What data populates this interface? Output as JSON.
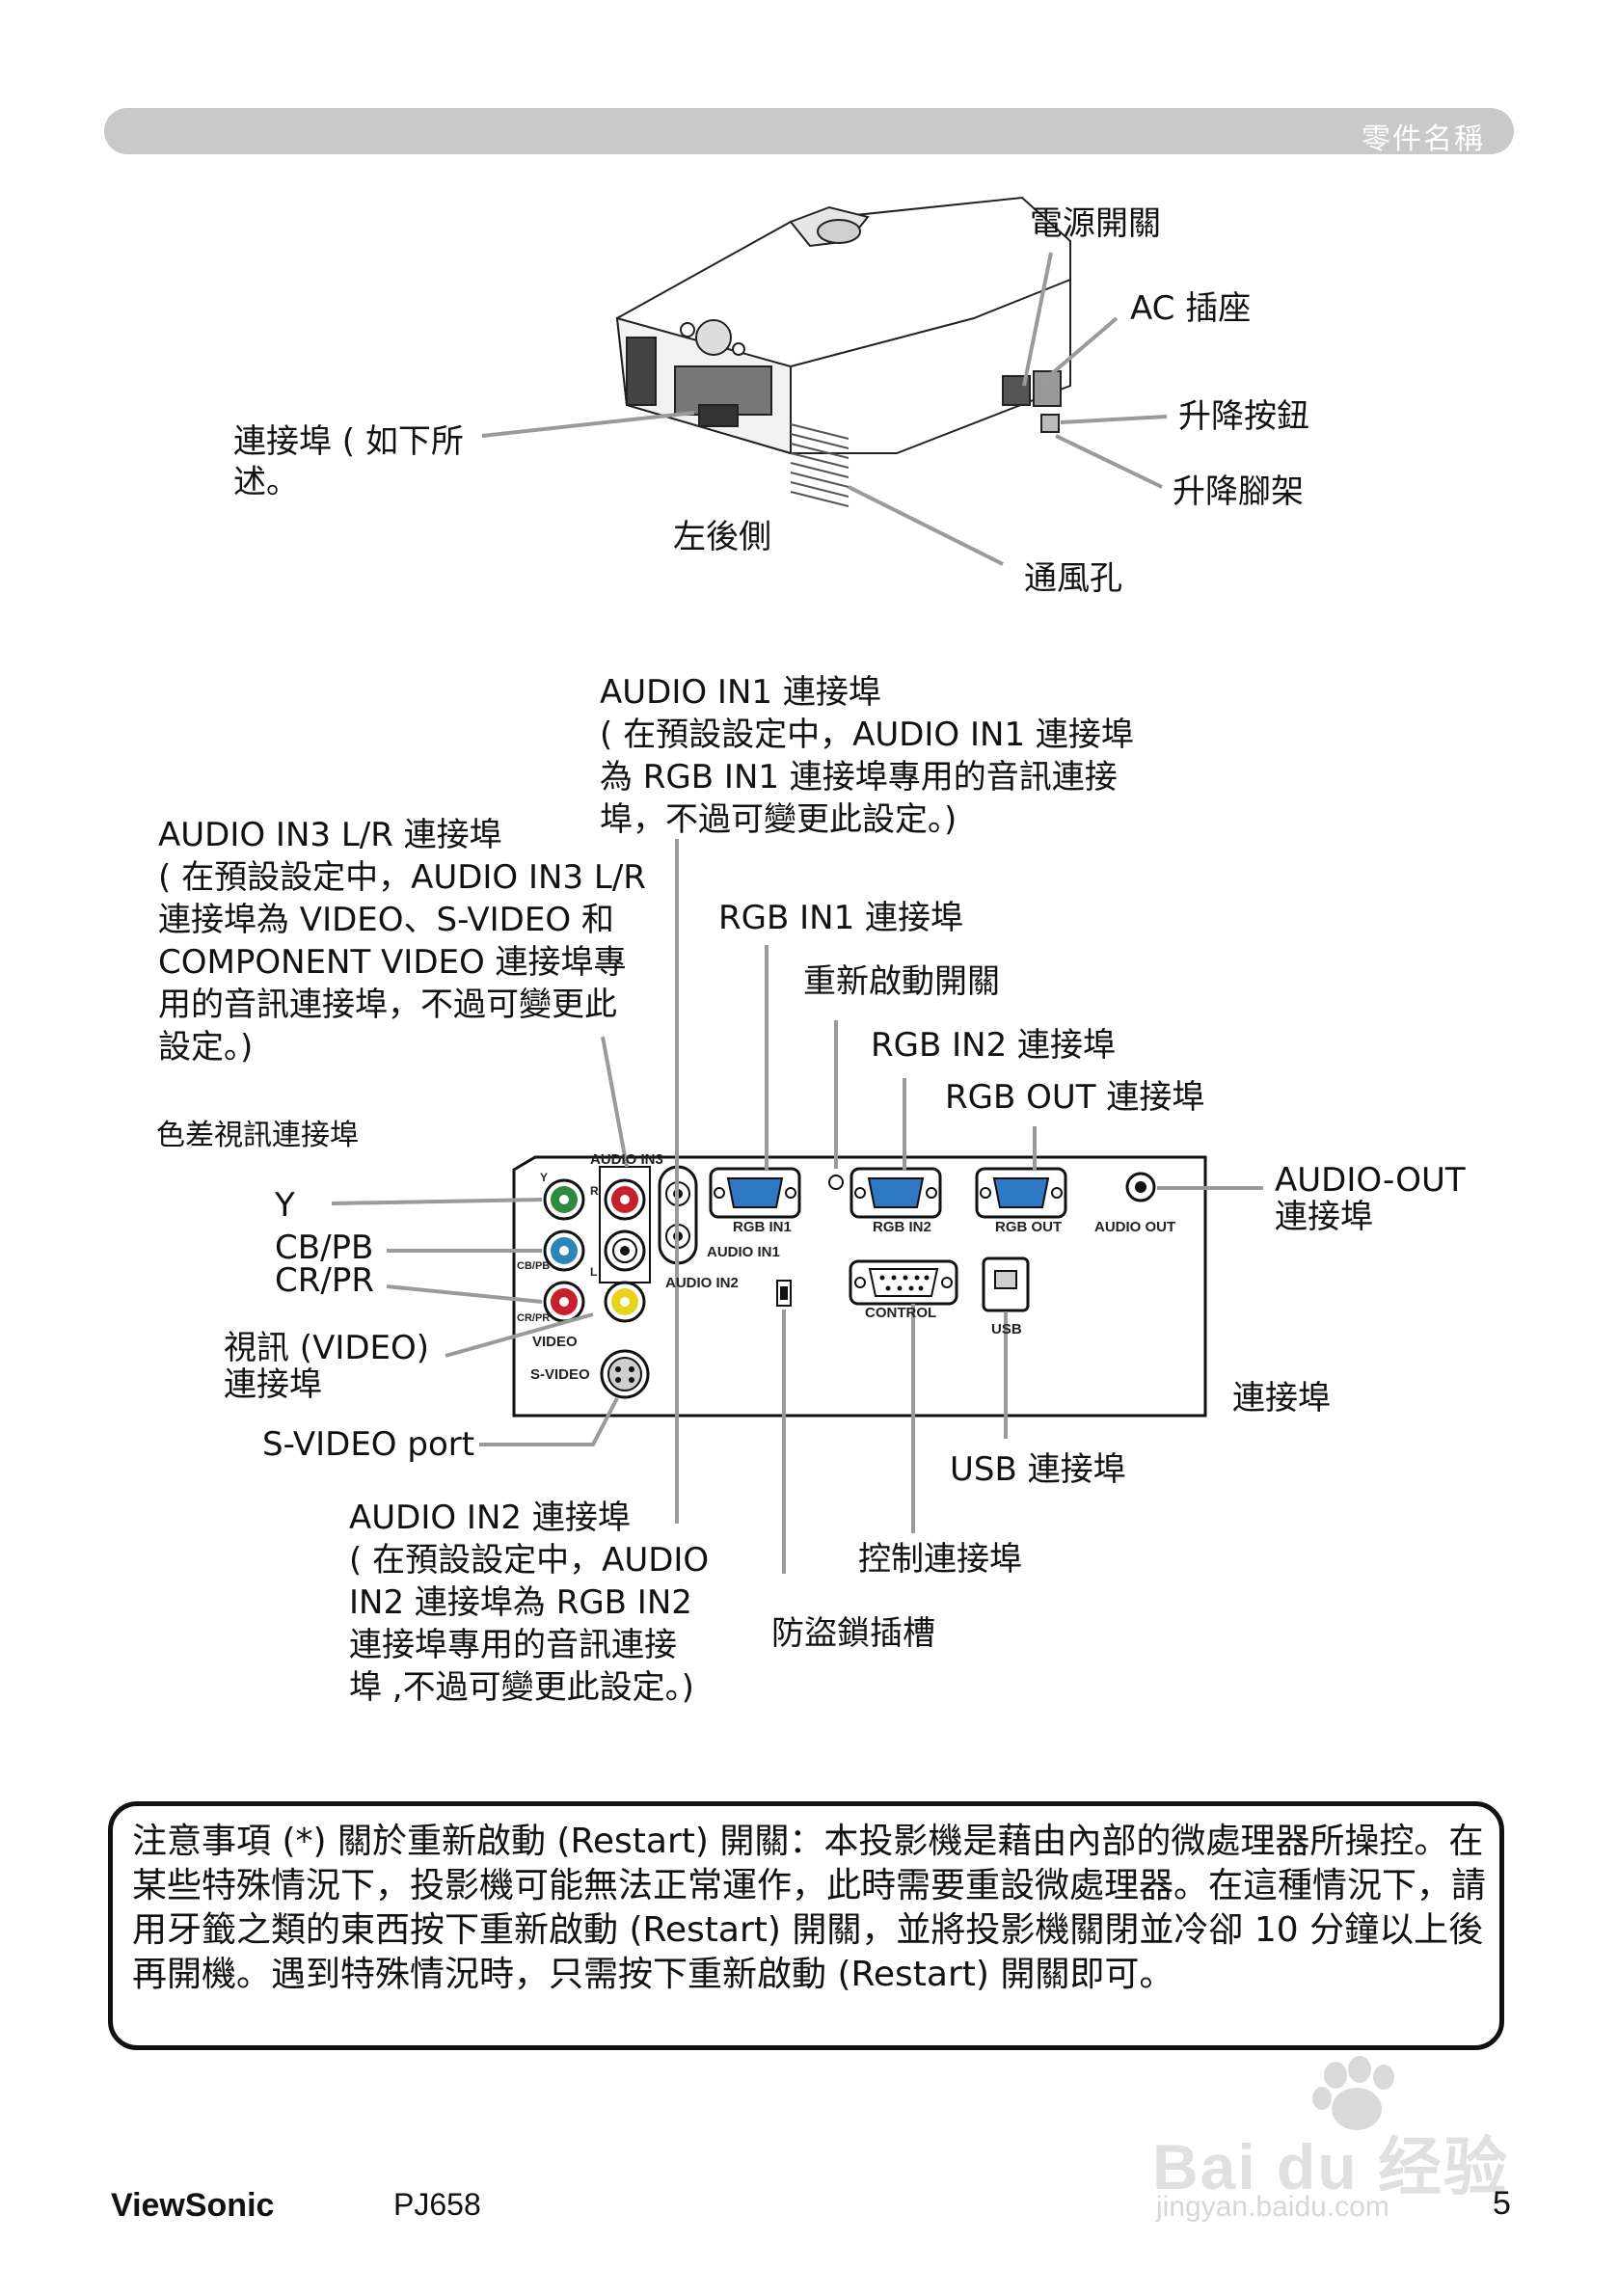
{
  "header": {
    "title": "零件名稱"
  },
  "top_labels": {
    "power_switch": "電源開關",
    "ac_inlet": "AC 插座",
    "elevator_button": "升降按鈕",
    "elevator_foot": "升降腳架",
    "vent": "通風孔",
    "ports_line1": "連接埠 ( 如下所",
    "ports_line2": "述。",
    "left_rear": "左後側"
  },
  "callouts": {
    "audio_in1": [
      "AUDIO IN1 連接埠",
      "( 在預設設定中，AUDIO IN1 連接埠",
      "為 RGB IN1 連接埠專用的音訊連接",
      "埠，不過可變更此設定。)"
    ],
    "audio_in3": [
      "AUDIO IN3 L/R 連接埠",
      "( 在預設設定中，AUDIO IN3 L/R",
      "連接埠為 VIDEO、S-VIDEO 和",
      "COMPONENT VIDEO 連接埠專",
      "用的音訊連接埠，不過可變更此",
      "設定。)"
    ],
    "rgb_in1": "RGB IN1 連接埠",
    "restart": "重新啟動開關",
    "rgb_in2": "RGB IN2 連接埠",
    "rgb_out": "RGB OUT 連接埠",
    "component": "色差視訊連接埠",
    "audio_out": [
      "AUDIO-OUT",
      "連接埠"
    ],
    "y": "Y",
    "cb": "CB/PB",
    "cr": "CR/PR",
    "video": [
      "視訊 (VIDEO)",
      "連接埠"
    ],
    "svideo": "S-VIDEO port",
    "ports": "連接埠",
    "usb": "USB 連接埠",
    "control": "控制連接埠",
    "security": "防盜鎖插槽",
    "audio_in2": [
      "AUDIO IN2 連接埠",
      "( 在預設設定中，AUDIO",
      "IN2 連接埠為 RGB IN2",
      "連接埠專用的音訊連接",
      "埠 ,不過可變更此設定。)"
    ]
  },
  "panel_labels": {
    "audio_in3": "AUDIO IN3",
    "y": "Y",
    "cb": "CB/PB",
    "cr": "CR/PR",
    "l": "L",
    "r": "R",
    "video": "VIDEO",
    "svideo": "S-VIDEO",
    "audio_in1": "AUDIO IN1",
    "audio_in2": "AUDIO IN2",
    "rgb_in1": "RGB IN1",
    "rgb_in2": "RGB IN2",
    "rgb_out": "RGB OUT",
    "audio_out": "AUDIO OUT",
    "control": "CONTROL",
    "usb": "USB"
  },
  "note": {
    "text": "注意事項 (*) 關於重新啟動 (Restart) 開關：本投影機是藉由內部的微處理器所操控。在某些特殊情況下，投影機可能無法正常運作，此時需要重設微處理器。在這種情況下，請用牙籤之類的東西按下重新啟動 (Restart) 開關，並將投影機關閉並冷卻 10 分鐘以上後再開機。遇到特殊情況時，只需按下重新啟動 (Restart) 開關即可。"
  },
  "footer": {
    "brand": "ViewSonic",
    "model": "PJ658",
    "page": "5"
  },
  "watermark": {
    "logo": "Bai du 经验",
    "url": "jingyan.baidu.com"
  },
  "colors": {
    "leader": "#9a9a9a",
    "panel_red": "#c8202a",
    "panel_green": "#2e8a3c",
    "panel_blue": "#2a86b8",
    "panel_yellow": "#e8d21a",
    "vga_blue": "#2f78c4"
  }
}
